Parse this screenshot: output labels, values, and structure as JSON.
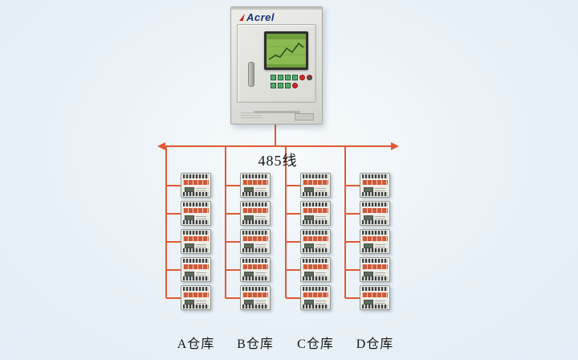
{
  "page": {
    "background": "#e9f1f7"
  },
  "cabinet": {
    "brand": "Acrel"
  },
  "bus": {
    "label": "485线",
    "wire_color": "#e05a35"
  },
  "warehouses": [
    {
      "id": "A",
      "label": "A仓库",
      "devices": 5
    },
    {
      "id": "B",
      "label": "B仓库",
      "devices": 5
    },
    {
      "id": "C",
      "label": "C仓库",
      "devices": 5
    },
    {
      "id": "D",
      "label": "D仓库",
      "devices": 5
    }
  ]
}
